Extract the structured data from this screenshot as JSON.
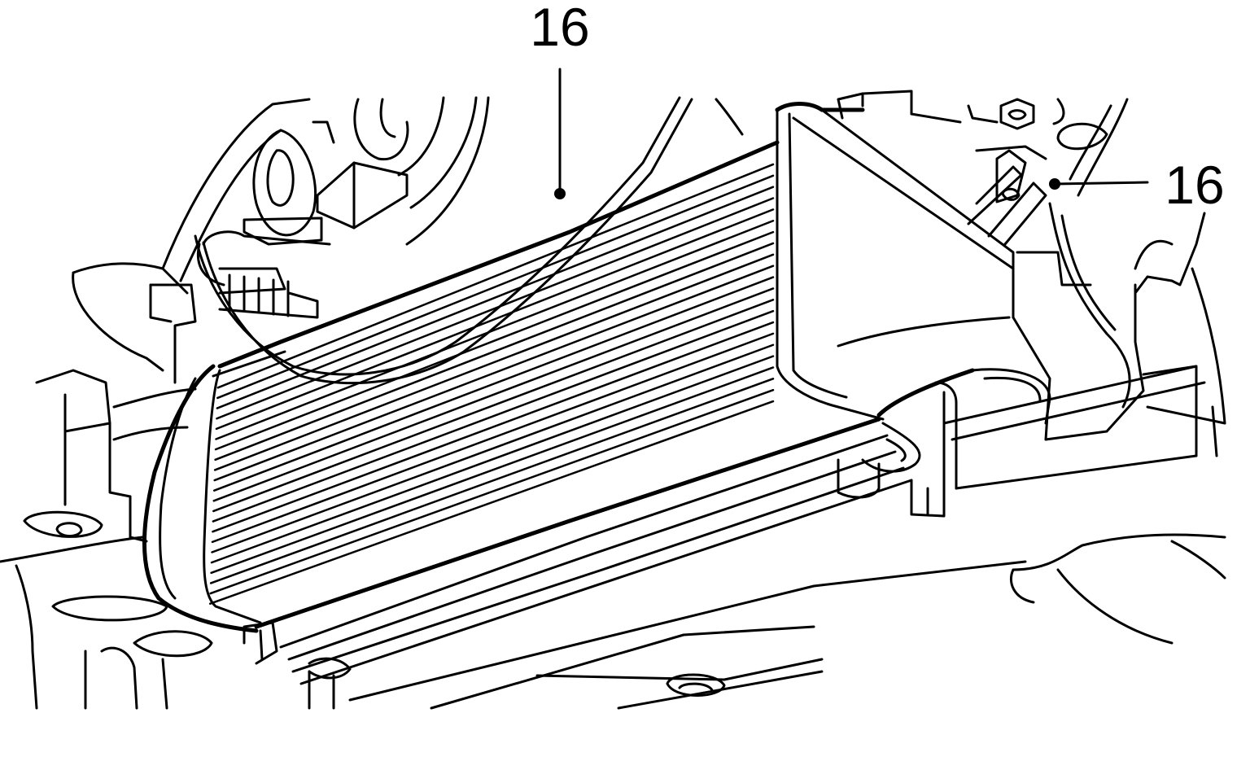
{
  "figure": {
    "callouts": [
      {
        "id": "callout-top",
        "text": "16"
      },
      {
        "id": "callout-right",
        "text": "16"
      }
    ],
    "colors": {
      "ink": "#000000",
      "paper": "#ffffff"
    },
    "fin_count": 22
  }
}
